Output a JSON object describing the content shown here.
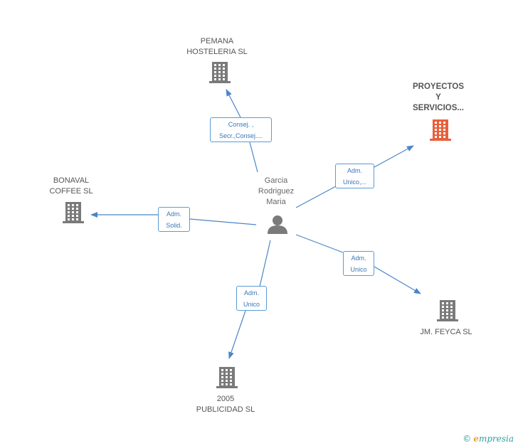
{
  "center": {
    "name_lines": [
      "Garcia",
      "Rodriguez",
      "Maria"
    ]
  },
  "companies": [
    {
      "id": "pemana",
      "lines": [
        "PEMANA",
        "HOSTELERIA SL"
      ],
      "highlight": false
    },
    {
      "id": "proyectos",
      "lines": [
        "PROYECTOS",
        "Y",
        "SERVICIOS..."
      ],
      "highlight": true
    },
    {
      "id": "bonaval",
      "lines": [
        "BONAVAL",
        "COFFEE SL"
      ],
      "highlight": false
    },
    {
      "id": "jm-feyca",
      "lines": [
        "JM. FEYCA SL"
      ],
      "highlight": false
    },
    {
      "id": "2005",
      "lines": [
        "2005",
        "PUBLICIDAD SL"
      ],
      "highlight": false
    }
  ],
  "edges": [
    {
      "to": "pemana",
      "label_lines": [
        "Consej. ,",
        "Secr.,Consej...."
      ]
    },
    {
      "to": "proyectos",
      "label_lines": [
        "Adm.",
        "Unico,..."
      ]
    },
    {
      "to": "bonaval",
      "label_lines": [
        "Adm.",
        "Solid."
      ]
    },
    {
      "to": "jm-feyca",
      "label_lines": [
        "Adm.",
        "Unico"
      ]
    },
    {
      "to": "2005",
      "label_lines": [
        "Adm.",
        "Unico"
      ]
    }
  ],
  "colors": {
    "edge": "#4a86c8",
    "building": "#7a7a7a",
    "building_highlight": "#e8603c",
    "person": "#7a7a7a"
  },
  "icons": {
    "company": "building-icon",
    "person": "person-icon"
  },
  "brand": {
    "copyright": "©",
    "e": "e",
    "name": "mpresia"
  }
}
